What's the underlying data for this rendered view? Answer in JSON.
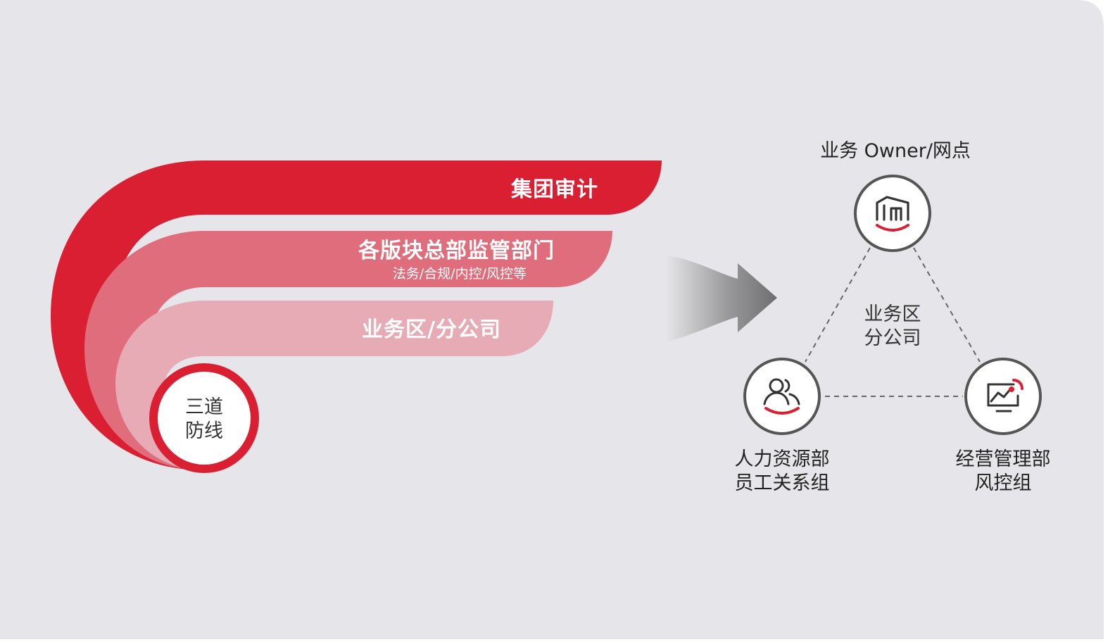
{
  "colors": {
    "background": "#e6e6ea",
    "band_dark": "#d91f31",
    "band_mid": "#df6d7b",
    "band_light": "#e6abb5",
    "accent": "#d91f31",
    "node_ring": "#555555",
    "dash": "#666666"
  },
  "left": {
    "bands": [
      {
        "title": "集团审计",
        "subtitle": ""
      },
      {
        "title": "各版块总部监管部门",
        "subtitle": "法务/合规/内控/风控等"
      },
      {
        "title": "业务区/分公司",
        "subtitle": ""
      }
    ],
    "core": {
      "line1": "三道",
      "line2": "防线"
    }
  },
  "right": {
    "top": {
      "label": "业务 Owner/网点",
      "icon": "building-icon"
    },
    "center": {
      "line1": "业务区",
      "line2": "分公司"
    },
    "left": {
      "line1": "人力资源部",
      "line2": "员工关系组",
      "icon": "people-icon"
    },
    "right": {
      "line1": "经营管理部",
      "line2": "风控组",
      "icon": "risk-chart-icon"
    }
  }
}
